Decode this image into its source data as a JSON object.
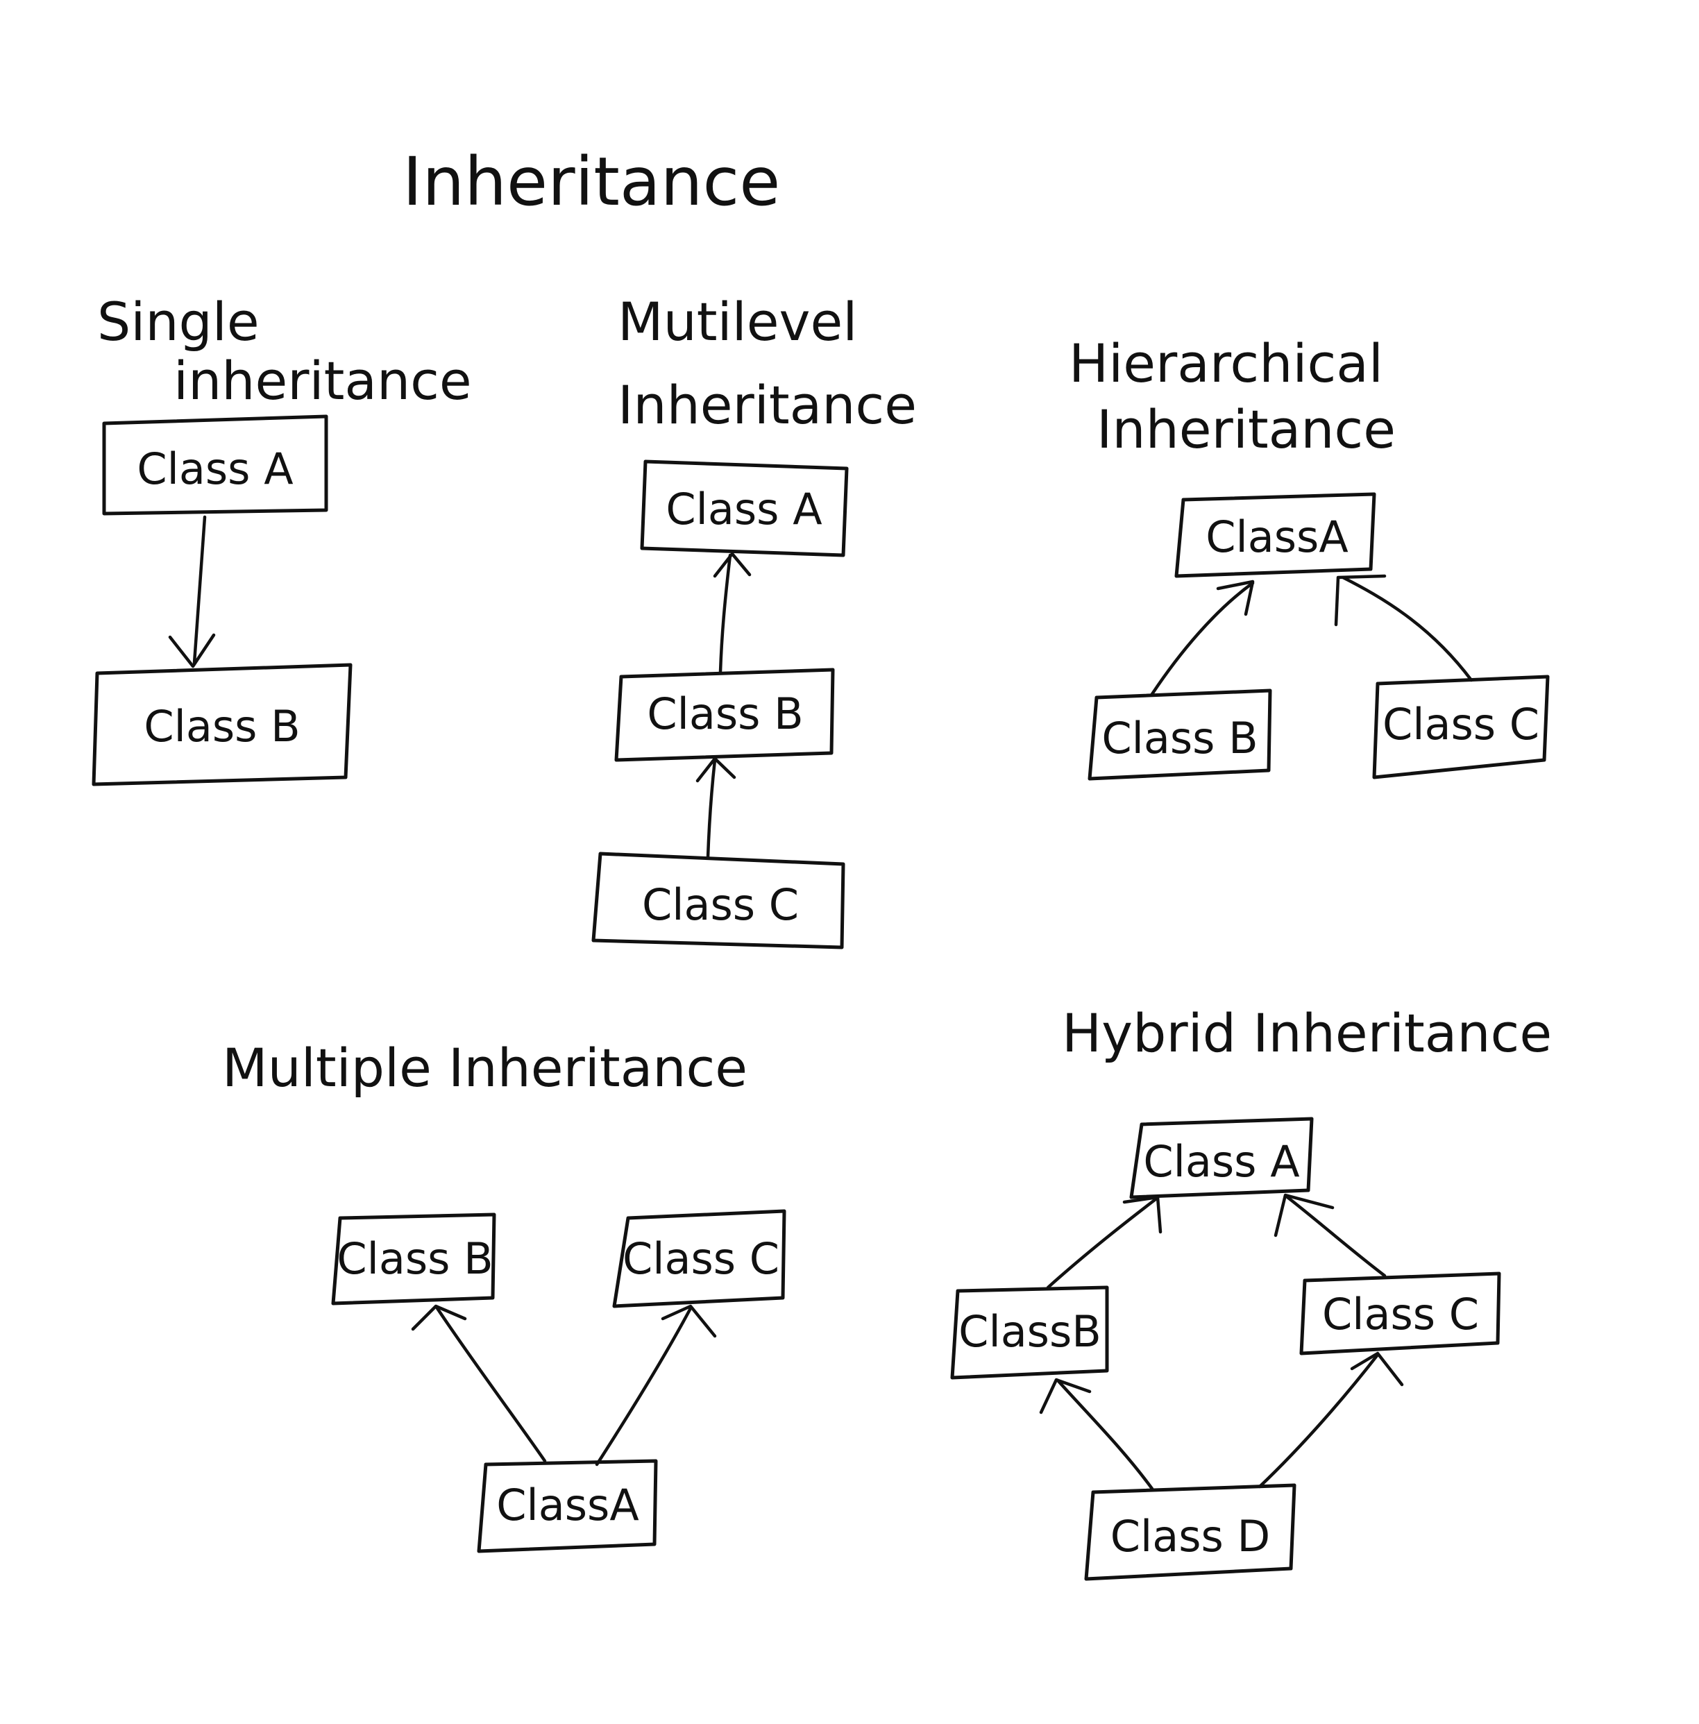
{
  "title": "Inheritance",
  "colors": {
    "ink": "#111111",
    "paper": "#ffffff"
  },
  "sections": {
    "single": {
      "heading": [
        "Single",
        "inheritance"
      ],
      "boxes": {
        "a": "Class A",
        "b": "Class B"
      }
    },
    "multilevel": {
      "heading": [
        "Mutilevel",
        "Inheritance"
      ],
      "boxes": {
        "a": "Class A",
        "b": "Class B",
        "c": "Class C"
      }
    },
    "hierarchical": {
      "heading": [
        "Hierarchical",
        "Inheritance"
      ],
      "boxes": {
        "a": "ClassA",
        "b": "Class B",
        "c": "Class C"
      }
    },
    "multiple": {
      "heading": [
        "Multiple Inheritance"
      ],
      "boxes": {
        "b": "Class B",
        "c": "Class C",
        "a": "ClassA"
      }
    },
    "hybrid": {
      "heading": [
        "Hybrid Inheritance"
      ],
      "boxes": {
        "a": "Class A",
        "b": "ClassB",
        "c": "Class C",
        "d": "Class D"
      }
    }
  },
  "edges": [
    {
      "section": "single",
      "from": "a",
      "to": "b"
    },
    {
      "section": "multilevel",
      "from": "b",
      "to": "a"
    },
    {
      "section": "multilevel",
      "from": "c",
      "to": "b"
    },
    {
      "section": "hierarchical",
      "from": "b",
      "to": "a"
    },
    {
      "section": "hierarchical",
      "from": "c",
      "to": "a"
    },
    {
      "section": "multiple",
      "from": "a",
      "to": "b"
    },
    {
      "section": "multiple",
      "from": "a",
      "to": "c"
    },
    {
      "section": "hybrid",
      "from": "b",
      "to": "a"
    },
    {
      "section": "hybrid",
      "from": "c",
      "to": "a"
    },
    {
      "section": "hybrid",
      "from": "d",
      "to": "b"
    },
    {
      "section": "hybrid",
      "from": "d",
      "to": "c"
    }
  ]
}
